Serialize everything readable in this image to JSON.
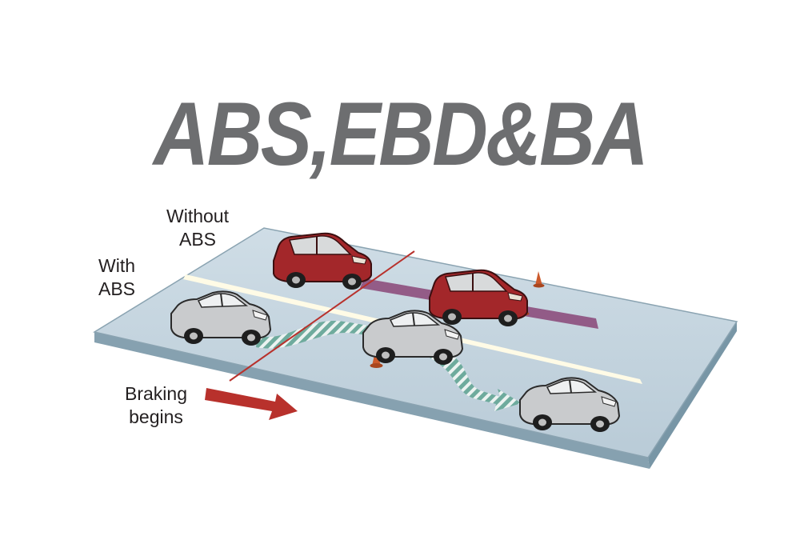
{
  "title": "ABS,EBD&BA",
  "labels": {
    "without_abs": [
      "Without",
      "ABS"
    ],
    "with_abs": [
      "With",
      "ABS"
    ],
    "braking_begins": [
      "Braking",
      "begins"
    ]
  },
  "colors": {
    "title": "#6d6e70",
    "road_top": "#c5d5e0",
    "road_edge": "#8fa8b6",
    "lane_line": "#fffbe6",
    "red_car": "#a3272a",
    "silver_car": "#c9cbcd",
    "abs_path": "#6aa99a",
    "skid_mark": "#8b4a7a",
    "braking_arrow": "#b8312c",
    "cone": "#cc5a2c"
  }
}
